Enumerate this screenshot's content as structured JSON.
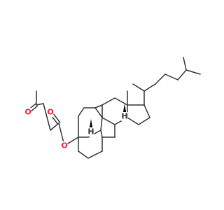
{
  "molecule": {
    "atom_labels": [
      {
        "key": "o_ketone",
        "text": "O",
        "color": "#e8243c"
      },
      {
        "key": "o_carbonyl",
        "text": "O",
        "color": "#e8243c"
      },
      {
        "key": "o_ester",
        "text": "O",
        "color": "#e8243c"
      },
      {
        "key": "h_c10",
        "text": "H",
        "color": "#333333"
      },
      {
        "key": "h_c13",
        "text": "H",
        "color": "#333333"
      }
    ],
    "bond_color": "#333333",
    "stereo_marks": [
      "wedge",
      "wedge"
    ]
  }
}
